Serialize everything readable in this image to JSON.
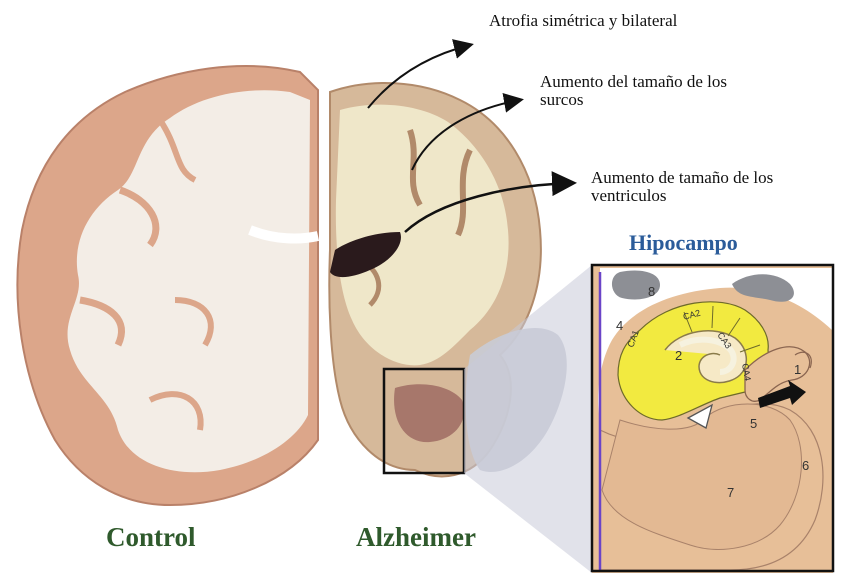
{
  "annotations": {
    "atrofia": "Atrofia simétrica y bilateral",
    "surcos_line1": "Aumento del tamaño de los",
    "surcos_line2": "surcos",
    "ventriculos_line1": "Aumento de tamaño de los",
    "ventriculos_line2": "ventriculos"
  },
  "captions": {
    "control": "Control",
    "alzheimer": "Alzheimer"
  },
  "hippocampus": {
    "title": "Hipocampo",
    "labels": {
      "n1": "1",
      "n2": "2",
      "n4": "4",
      "n5": "5",
      "n6": "6",
      "n7": "7",
      "n8": "8",
      "ca1": "CA1",
      "ca2": "CA2",
      "ca3": "CA3",
      "ca4": "CA4"
    }
  },
  "colors": {
    "caption_green": "#2f5a2c",
    "title_blue": "#2b5c9a",
    "brain_gray_matter": "#d9a88c",
    "brain_white_matter": "#f3ede6",
    "ca_yellow": "#f2ea40",
    "hippocampus_tan": "#e7bf98"
  }
}
